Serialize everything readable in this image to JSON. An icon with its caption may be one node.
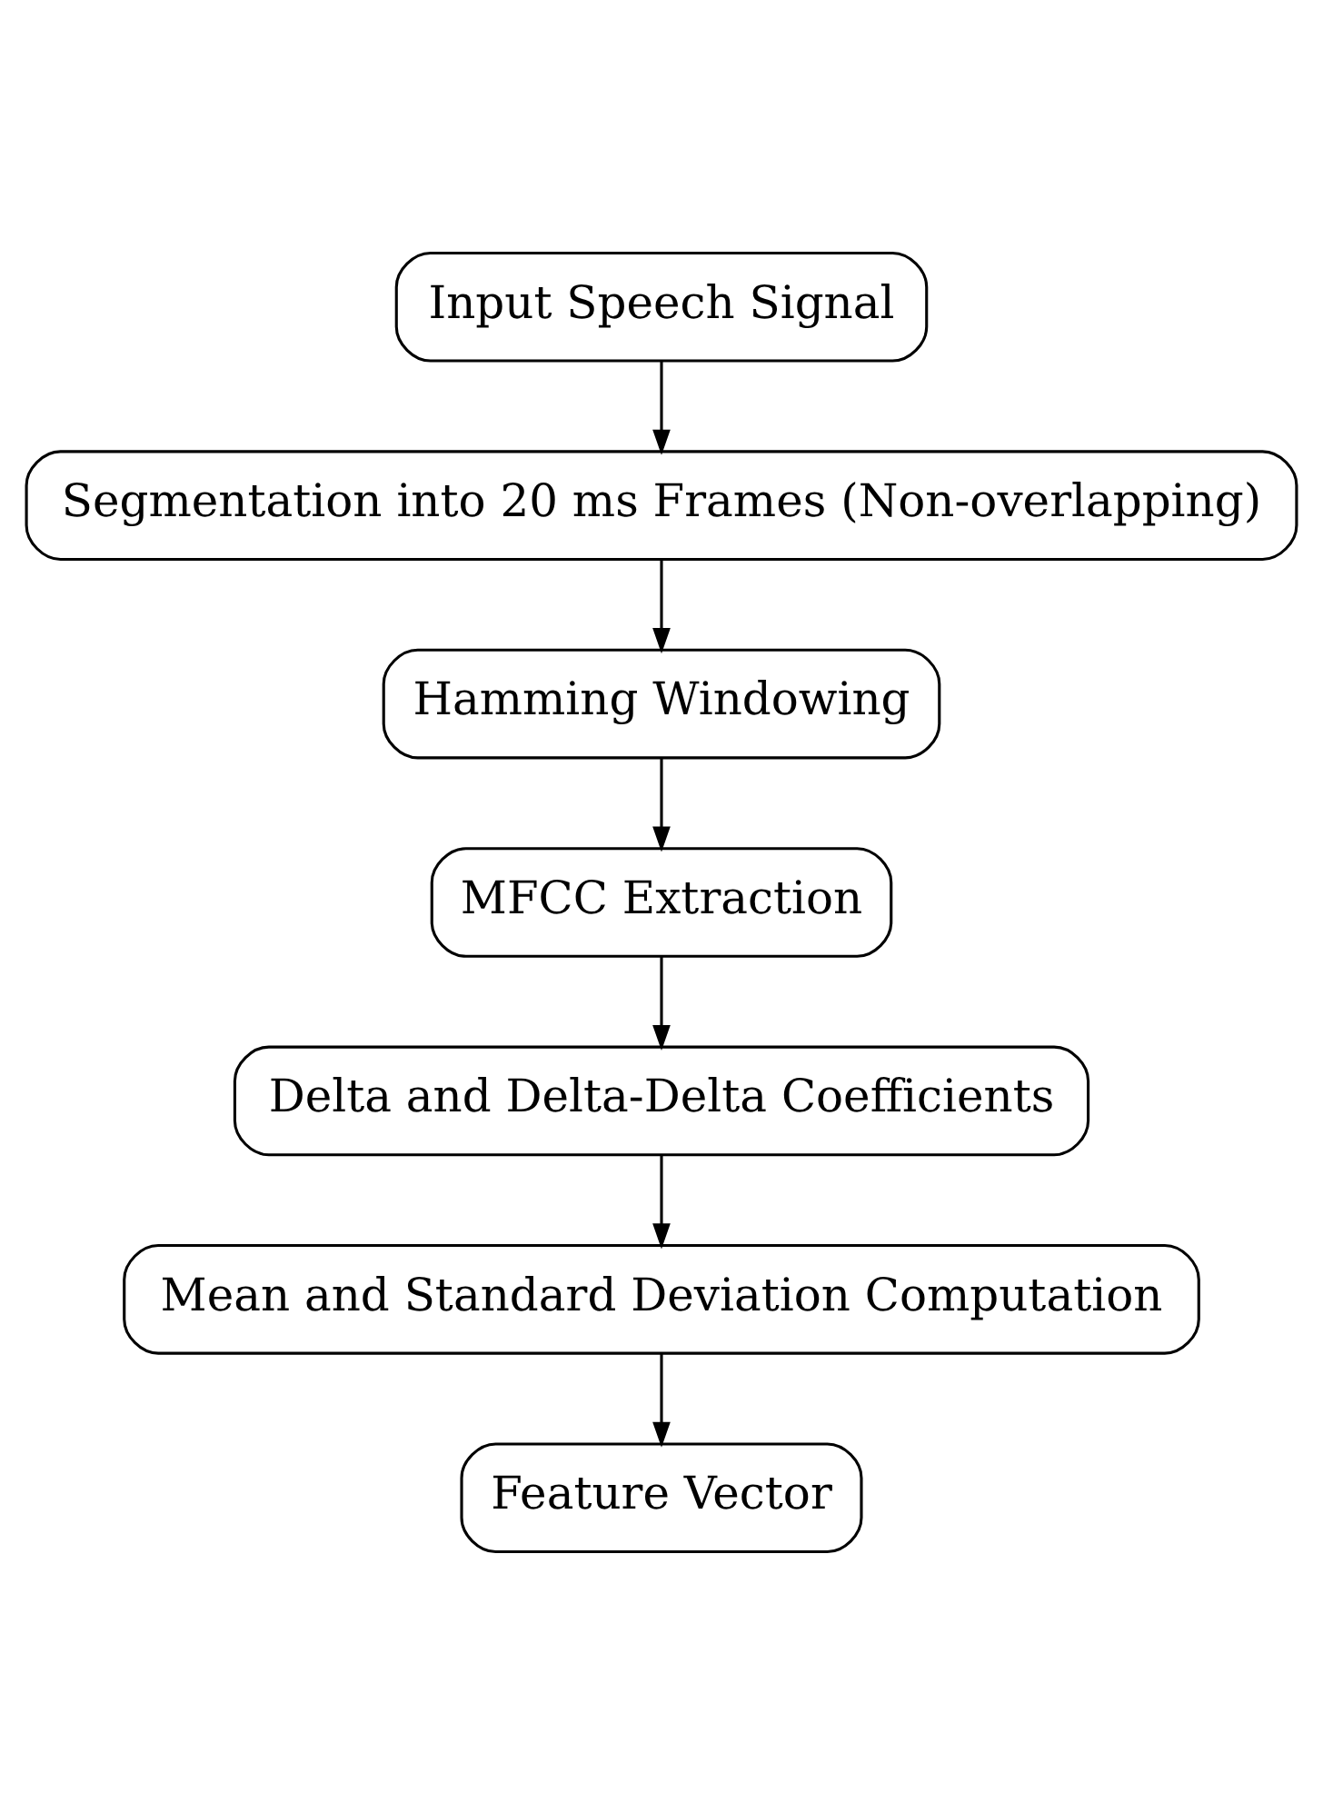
{
  "diagram": {
    "nodes": [
      {
        "text": [
          "Input Speech Signal"
        ]
      },
      {
        "text": [
          "Segmentation into 20 ms Frames (Non-overlapping)"
        ]
      },
      {
        "text": [
          "Hamming Windowing"
        ]
      },
      {
        "text": [
          "MFCC Extraction"
        ]
      },
      {
        "text": [
          "Delta and Delta-Delta Coefficients"
        ]
      },
      {
        "text": [
          "Mean and Standard Deviation Computation"
        ]
      },
      {
        "text": [
          "Feature Vector"
        ]
      }
    ],
    "edges": [
      {
        "from": 0,
        "to": 1,
        "arrow": "to"
      },
      {
        "from": 1,
        "to": 2,
        "arrow": "to"
      },
      {
        "from": 2,
        "to": 3,
        "arrow": "to"
      },
      {
        "from": 3,
        "to": 4,
        "arrow": "to"
      },
      {
        "from": 4,
        "to": 5,
        "arrow": "to"
      },
      {
        "from": 5,
        "to": 6,
        "arrow": "to"
      }
    ]
  }
}
